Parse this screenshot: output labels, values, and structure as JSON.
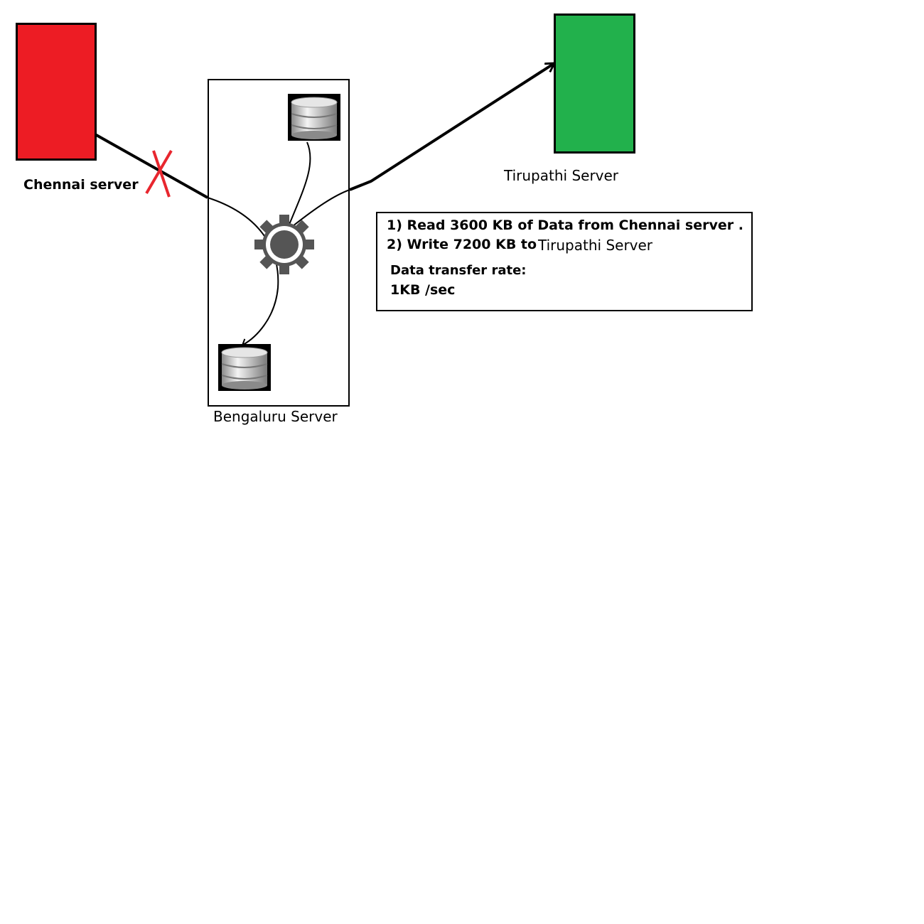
{
  "nodes": {
    "chennai": {
      "label": "Chennai server",
      "color": "#ed1c24"
    },
    "tirupathi": {
      "label": "Tirupathi Server",
      "color": "#22b14c"
    },
    "bengaluru": {
      "label": "Bengaluru Server"
    }
  },
  "info": {
    "step1": "1) Read 3600 KB of Data from Chennai server .",
    "step2_prefix": "2) Write 7200 KB to",
    "step2_target": "Tirupathi Server",
    "rate_label": "Data transfer rate:",
    "rate_value": "1KB /sec"
  },
  "icons": {
    "source_db": "database-icon",
    "target_db": "database-icon",
    "processor": "gear-icon",
    "failure_mark": "x-mark-icon"
  },
  "colors": {
    "failure": "#e8262e",
    "gear": "#555555",
    "line": "#000000"
  }
}
